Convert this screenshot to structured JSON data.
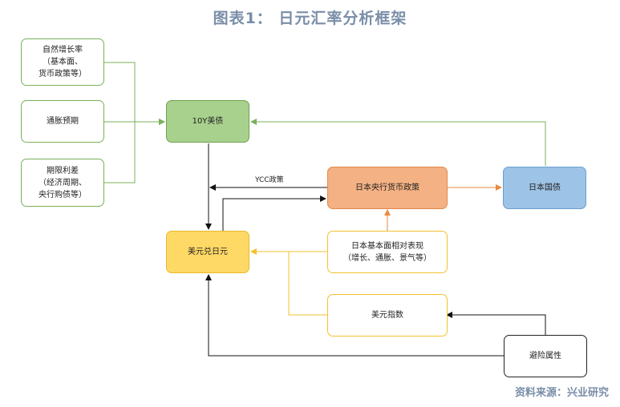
{
  "title": "图表1：    日元汇率分析框架",
  "source": "资料来源：兴业研究",
  "nodes": {
    "natural_growth": "自然增长率\n（基本面、\n货币政策等）",
    "inflation_expect": "通胀预期",
    "term_premium": "期限利差\n（经济周期、\n央行购债等）",
    "us_10y": "10Y美债",
    "boj_policy": "日本央行货币政策",
    "jgb": "日本国债",
    "usdjpy": "美元兑日元",
    "japan_fundamentals": "日本基本面相对表现\n（增长、通胀、景气等）",
    "dxy": "美元指数",
    "safe_haven": "避险属性"
  },
  "edge_labels": {
    "ycc": "YCC政策"
  },
  "colors": {
    "green": "#79b15a",
    "orange": "#e98a3c",
    "yellow": "#f2c12e",
    "black": "#111111"
  }
}
